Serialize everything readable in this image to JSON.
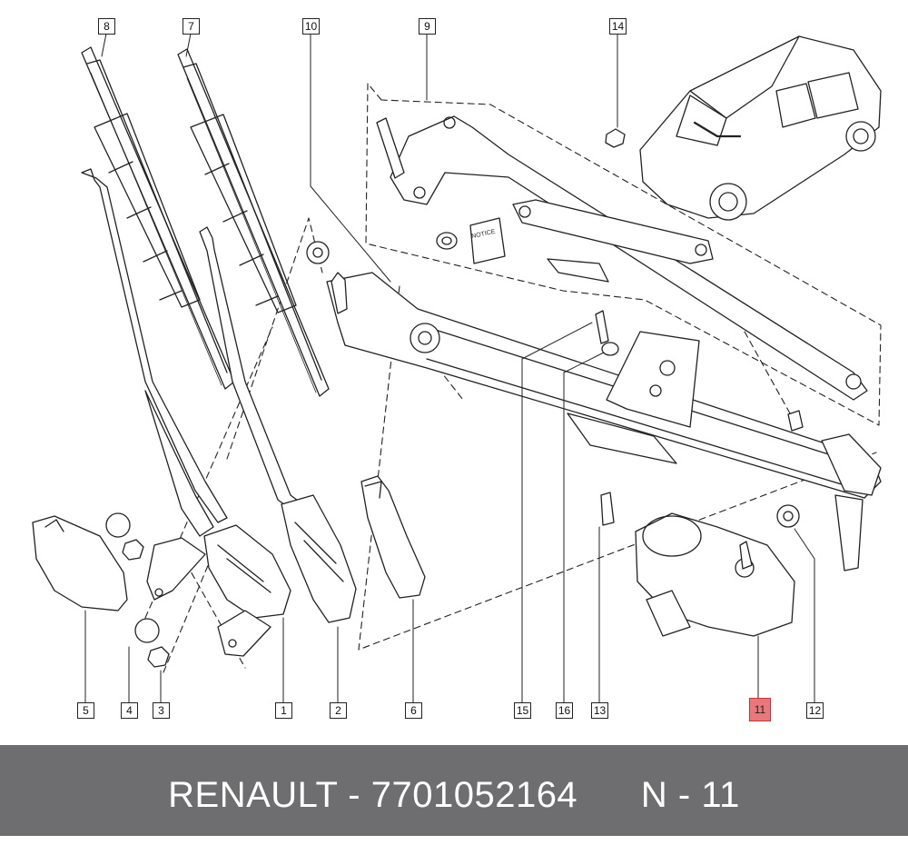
{
  "callouts": [
    {
      "id": "8",
      "label": "8"
    },
    {
      "id": "7",
      "label": "7"
    },
    {
      "id": "10",
      "label": "10"
    },
    {
      "id": "9",
      "label": "9"
    },
    {
      "id": "14",
      "label": "14"
    },
    {
      "id": "5",
      "label": "5"
    },
    {
      "id": "4",
      "label": "4"
    },
    {
      "id": "3",
      "label": "3"
    },
    {
      "id": "1",
      "label": "1"
    },
    {
      "id": "2",
      "label": "2"
    },
    {
      "id": "6",
      "label": "6"
    },
    {
      "id": "15",
      "label": "15"
    },
    {
      "id": "16",
      "label": "16"
    },
    {
      "id": "13",
      "label": "13"
    },
    {
      "id": "11",
      "label": "11",
      "highlighted": true
    },
    {
      "id": "12",
      "label": "12"
    }
  ],
  "booklet_text": "NOTICE",
  "highlight_color": "#e8787c",
  "footer": {
    "brand": "RENAULT",
    "sep1": " - ",
    "part_number": "7701052164",
    "ref_prefix": "N",
    "sep2": " - ",
    "ref_number": "11"
  },
  "colors": {
    "footer_bg": "#6e6e70",
    "footer_text": "#ffffff",
    "line": "#222222"
  }
}
